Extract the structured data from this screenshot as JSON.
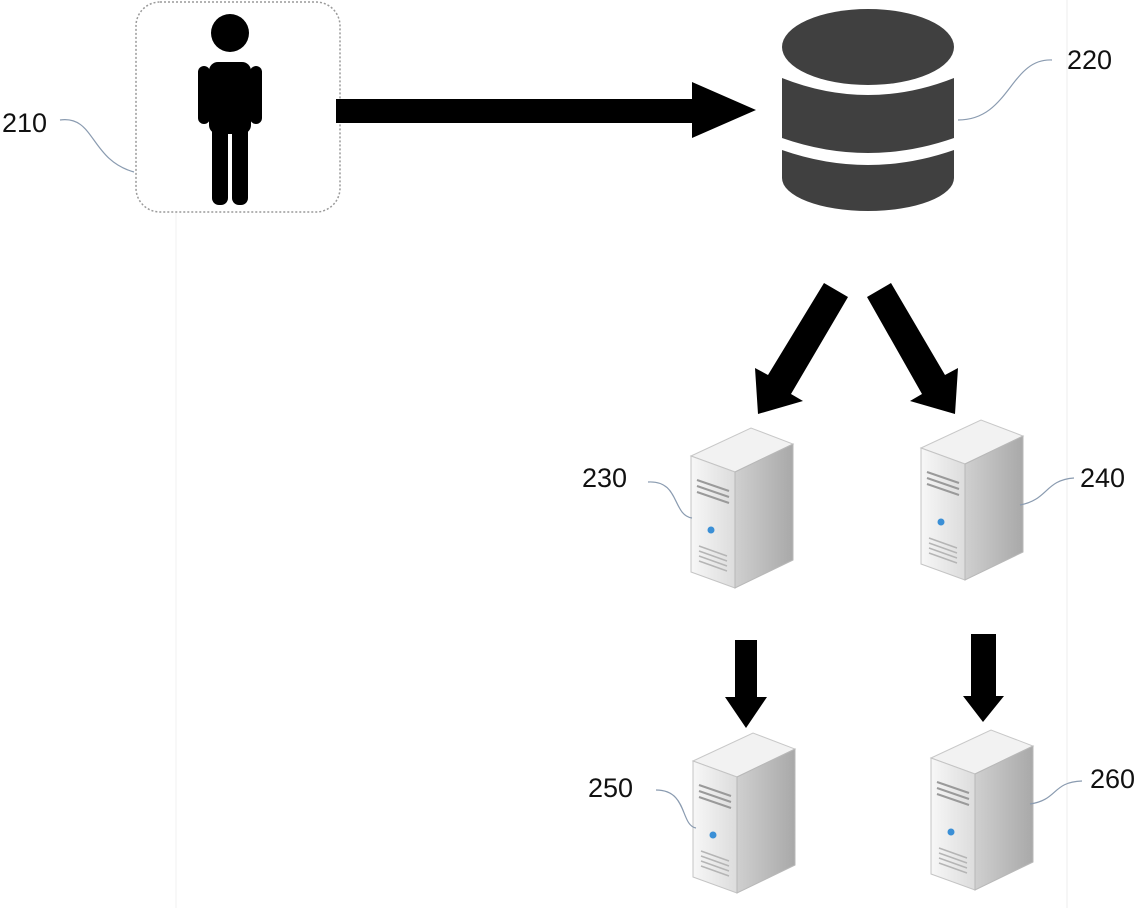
{
  "diagram": {
    "nodes": [
      {
        "id": "user",
        "ref": "210",
        "icon": "person-icon"
      },
      {
        "id": "database",
        "ref": "220",
        "icon": "database-icon"
      },
      {
        "id": "server_a",
        "ref": "230",
        "icon": "server-icon"
      },
      {
        "id": "server_b",
        "ref": "240",
        "icon": "server-icon"
      },
      {
        "id": "server_c",
        "ref": "250",
        "icon": "server-icon"
      },
      {
        "id": "server_d",
        "ref": "260",
        "icon": "server-icon"
      }
    ],
    "edges": [
      {
        "from": "user",
        "to": "database"
      },
      {
        "from": "database",
        "to": "server_a"
      },
      {
        "from": "database",
        "to": "server_b"
      },
      {
        "from": "server_a",
        "to": "server_c"
      },
      {
        "from": "server_b",
        "to": "server_d"
      }
    ]
  },
  "colors": {
    "arrow": "#000000",
    "person": "#000000",
    "database": "#404040",
    "server_body": "#e4e4e4",
    "server_led": "#3a8fd6",
    "leader": "#8a9bb0",
    "guide": "#ececec"
  }
}
